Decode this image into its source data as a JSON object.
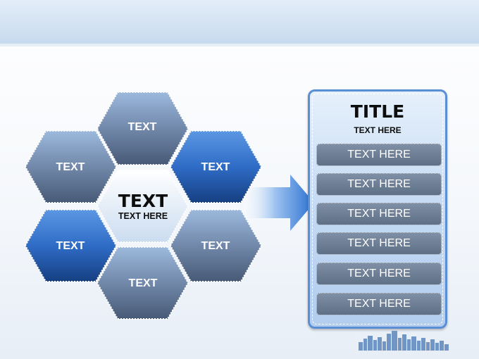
{
  "hexagons": {
    "top": "TEXT",
    "upper_left": "TEXT",
    "upper_right": "TEXT",
    "lower_left": "TEXT",
    "lower_right": "TEXT",
    "bottom": "TEXT"
  },
  "center": {
    "title": "TEXT",
    "subtitle": "TEXT HERE"
  },
  "panel": {
    "title": "TITLE",
    "subtitle": "TEXT HERE",
    "items": [
      "TEXT HERE",
      "TEXT HERE",
      "TEXT HERE",
      "TEXT HERE",
      "TEXT HERE",
      "TEXT HERE"
    ]
  },
  "colors": {
    "blue_dark": "#1f4e9a",
    "blue_mid": "#3a7bd5",
    "slate": "#6f7f98",
    "accent_border": "#5a8fd6"
  }
}
